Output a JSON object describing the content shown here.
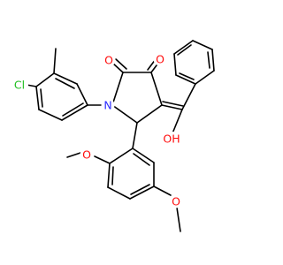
{
  "background": "#ffffff",
  "bond_color": "#000000",
  "atom_colors": {
    "O": "#ff0d0d",
    "N": "#2b2bff",
    "Cl": "#1fbf1f"
  },
  "atoms": {
    "o_lactam": "O",
    "o_ketone": "O",
    "n_ring": "N",
    "cl": "Cl",
    "o_hydroxyl": "OH",
    "o_methoxy_1": "O",
    "o_methoxy_2": "O"
  }
}
